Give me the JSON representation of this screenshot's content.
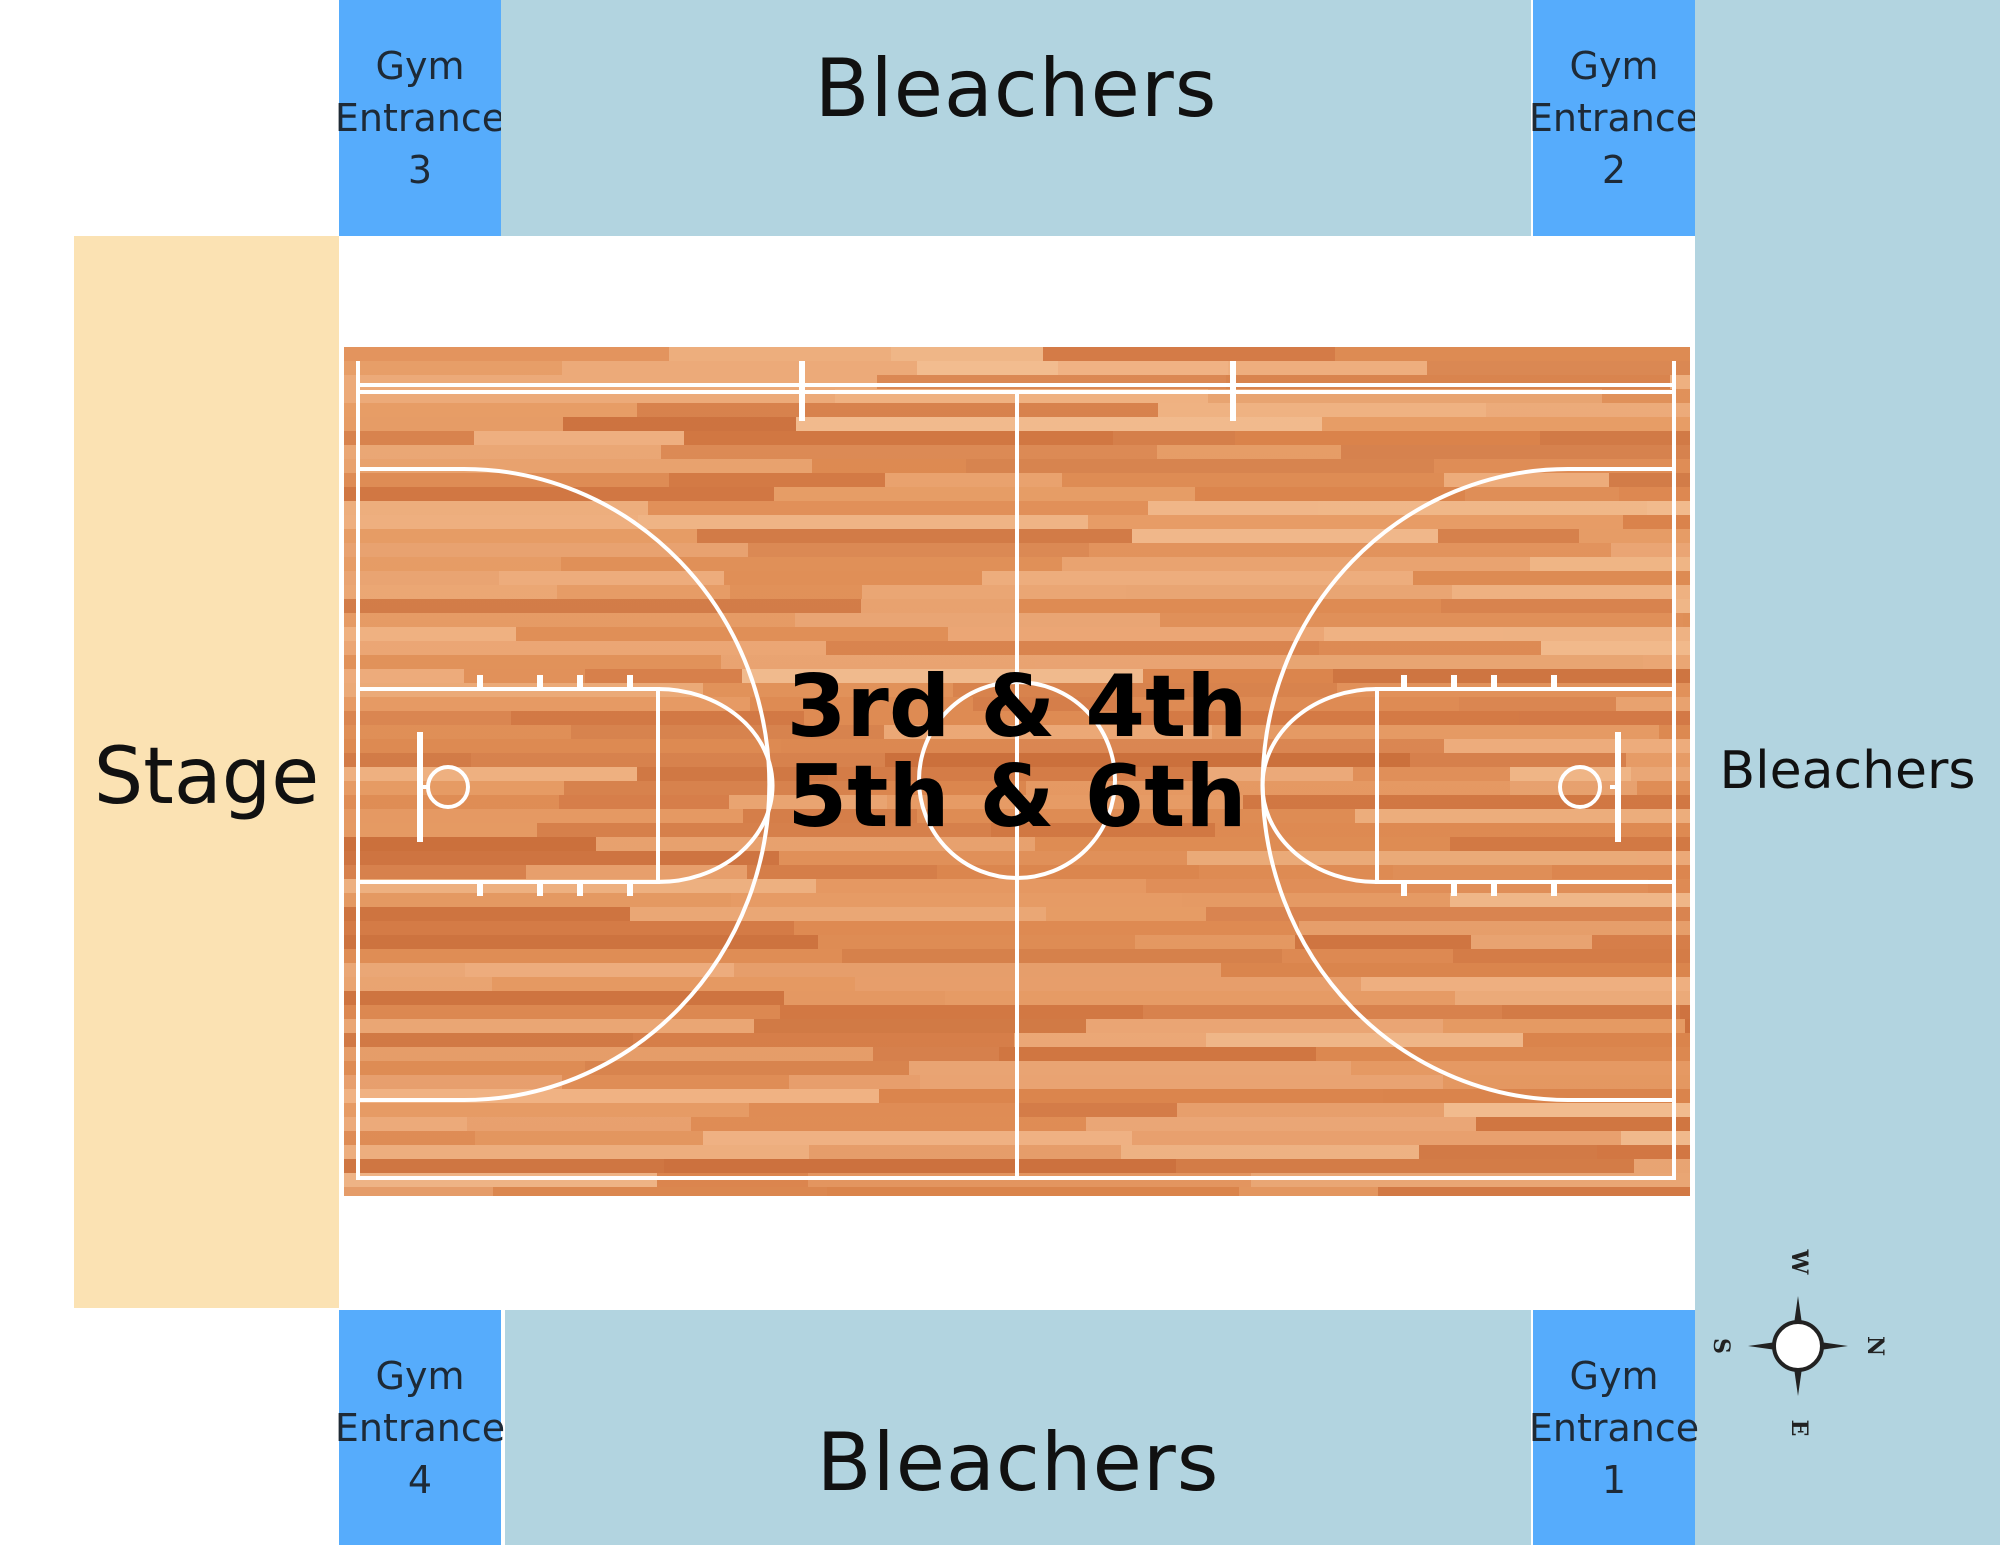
{
  "map": {
    "top_bleachers": "Bleachers",
    "bottom_bleachers": "Bleachers",
    "right_bleachers": "Bleachers",
    "stage": "Stage",
    "entrances": [
      {
        "line1": "Gym",
        "line2": "Entrance",
        "number": "3"
      },
      {
        "line1": "Gym",
        "line2": "Entrance",
        "number": "2"
      },
      {
        "line1": "Gym",
        "line2": "Entrance",
        "number": "4"
      },
      {
        "line1": "Gym",
        "line2": "Entrance",
        "number": "1"
      }
    ],
    "court": {
      "grades_line1": "3rd & 4th",
      "grades_line2": "5th & 6th"
    },
    "compass": {
      "n": "N",
      "s": "S",
      "e": "E",
      "w": "W"
    },
    "colors": {
      "bleachers": "#b2d4e0",
      "entrance": "#56acfc",
      "stage": "#fbe2b3",
      "court_wood": "#e3915a"
    }
  }
}
